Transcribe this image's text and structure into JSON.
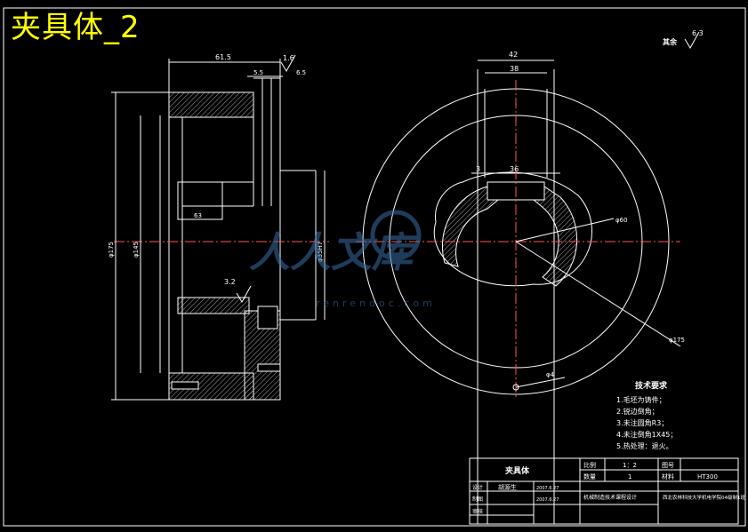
{
  "drawing_title": "夹具体_2",
  "roughness": {
    "general_label": "其余",
    "general_value": "6.3",
    "top_value": "1.6",
    "mid_value": "3.2"
  },
  "dims_left": {
    "d_615": "61.5",
    "d_55": "5.5",
    "d_65": "6.5",
    "d_63": "63",
    "d_175": "φ175",
    "d_145": "φ145",
    "d_35": "φ35H7"
  },
  "dims_right": {
    "d_42": "42",
    "d_38": "38",
    "d_36": "36",
    "d_3": "3",
    "d_60": "φ60",
    "d_175": "φ175",
    "d_4": "φ4"
  },
  "tech_requirements": {
    "heading": "技术要求",
    "items": [
      "1.毛坯为铸件；",
      "2.锐边倒角；",
      "3.未注圆角R3；",
      "4.未注倒角1X45；",
      "5.热处理：退火。"
    ]
  },
  "title_block": {
    "part_name": "夹具体",
    "scale_label": "比例",
    "scale_value": "1：2",
    "drawing_no_label": "图号",
    "qty_label": "数量",
    "qty_value": "1",
    "material_label": "材料",
    "material_value": "HT300",
    "designer_label": "设计",
    "designer_name": "胡源生",
    "design_date": "2007.6.27",
    "drafter_label": "制图",
    "draft_date": "2007.6.27",
    "checker_label": "审核",
    "course": "机械制造技术课程设计",
    "school": "西北农林科技大学机电学院04级制1班"
  },
  "watermark": {
    "text": "人人文库",
    "url": "renrendoc.com"
  }
}
